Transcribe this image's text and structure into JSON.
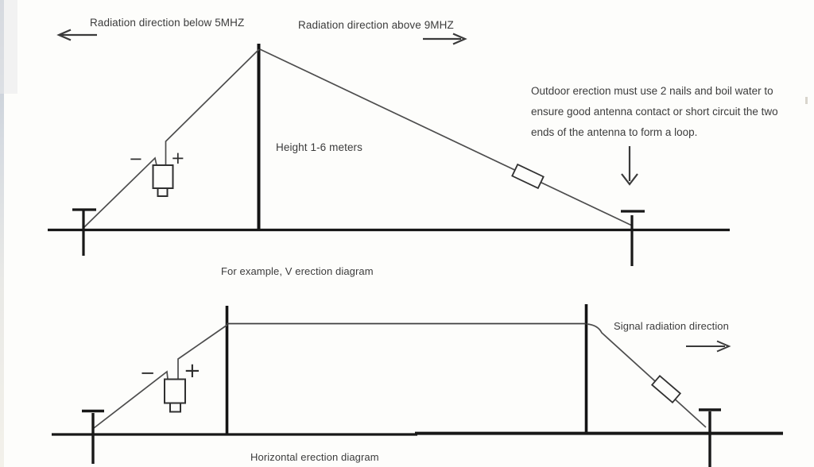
{
  "page": {
    "background_color": "#fdfdfb",
    "line_color": "#1c1c1c",
    "wire_color": "#4d4d4d",
    "text_color": "#3c3c3c"
  },
  "icons": {
    "left_arrow": "left-pointing line arrow",
    "right_arrow": "right-pointing line arrow",
    "down_arrow": "down-pointing line arrow",
    "signal_arrow": "right-pointing line arrow"
  },
  "top_diagram": {
    "direction_below_label": "Radiation direction below 5MHZ",
    "direction_above_label": "Radiation direction above 9MHZ",
    "height_label": "Height 1-6 meters",
    "note_lines": [
      "Outdoor erection must use 2 nails and boil water to",
      "ensure good antenna contact or short circuit the two",
      "ends of the antenna to form a loop."
    ],
    "caption": "For example, V erection diagram",
    "balun_minus": "−",
    "balun_plus": "+"
  },
  "bottom_diagram": {
    "signal_direction_label": "Signal radiation direction",
    "caption": "Horizontal erection diagram",
    "balun_minus": "−",
    "balun_plus": "+"
  }
}
